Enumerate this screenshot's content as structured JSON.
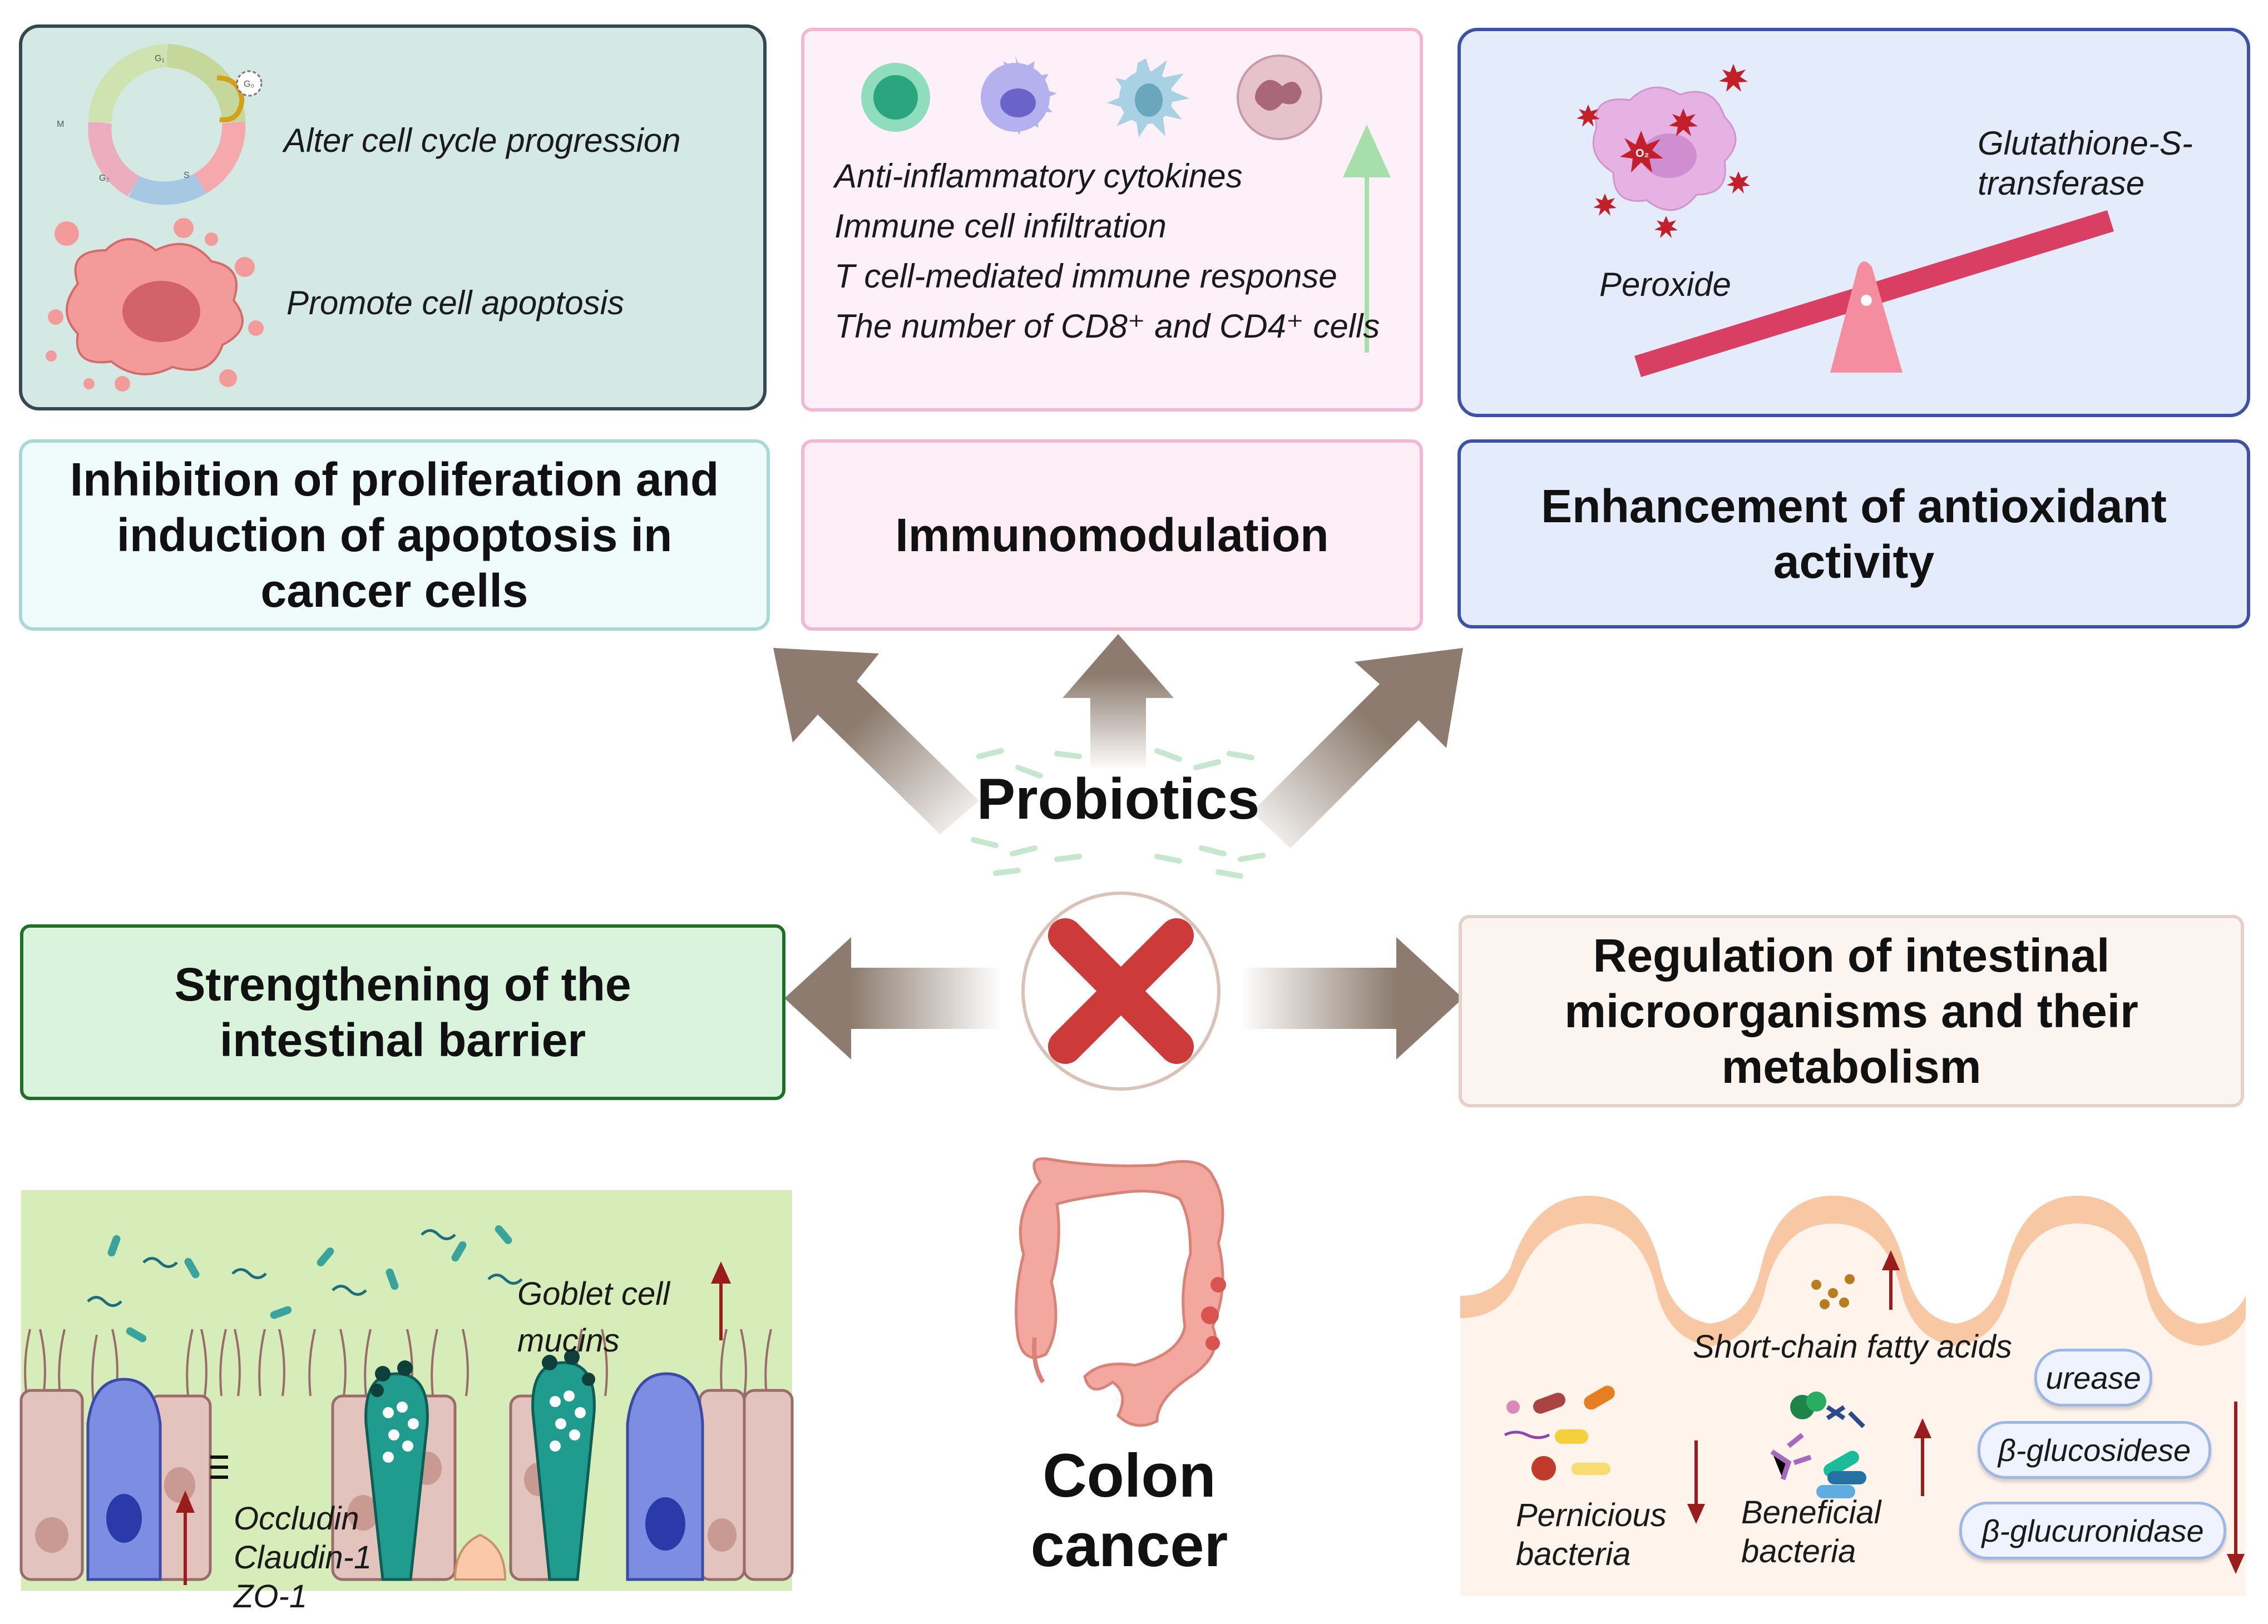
{
  "center": {
    "probiotics_label": "Probiotics",
    "disease_label_line1": "Colon",
    "disease_label_line2": "cancer"
  },
  "boxes": {
    "proliferation": {
      "title": "Inhibition of proliferation and induction of  apoptosis in cancer cells",
      "items": [
        "Alter cell cycle progression",
        "Promote cell apoptosis"
      ],
      "cycle_labels": [
        "G₁",
        "S",
        "G₂",
        "M",
        "G₀"
      ]
    },
    "immunomodulation": {
      "title": "Immunomodulation",
      "items": [
        "Anti-inflammatory cytokines",
        "Immune cell infiltration",
        "T cell-mediated immune response",
        "The number of CD8⁺ and CD4⁺ cells"
      ]
    },
    "antioxidant": {
      "title": "Enhancement of antioxidant activity",
      "peroxide_label": "Peroxide",
      "enzyme_label": "Glutathione-S-transferase",
      "ros_symbol": "O₂"
    },
    "barrier": {
      "title": "Strengthening of the intestinal barrier",
      "goblet_label": "Goblet cell mucins",
      "junction_proteins": [
        "Occludin",
        "Claudin-1",
        "ZO-1"
      ]
    },
    "microbiota": {
      "title": "Regulation of intestinal microorganisms and their metabolism",
      "scfa_label": "Short-chain fatty acids",
      "pernicious_label": "Pernicious bacteria",
      "beneficial_label": "Beneficial bacteria",
      "enzymes": [
        "urease",
        "β-glucosidese",
        "β-glucuronidase"
      ]
    }
  },
  "colors": {
    "teal_panel": "#d4e8e4",
    "pink_panel": "#fdf0f8",
    "blue_panel": "#e4ecfb",
    "green_box": "#daf3dc",
    "cream_box": "#fcf4ee",
    "arrow": "#8c7b6e",
    "cross": "#cc3a3a",
    "up_arrow_red": "#9b1c1c",
    "up_arrow_green": "#a6dfa9"
  }
}
